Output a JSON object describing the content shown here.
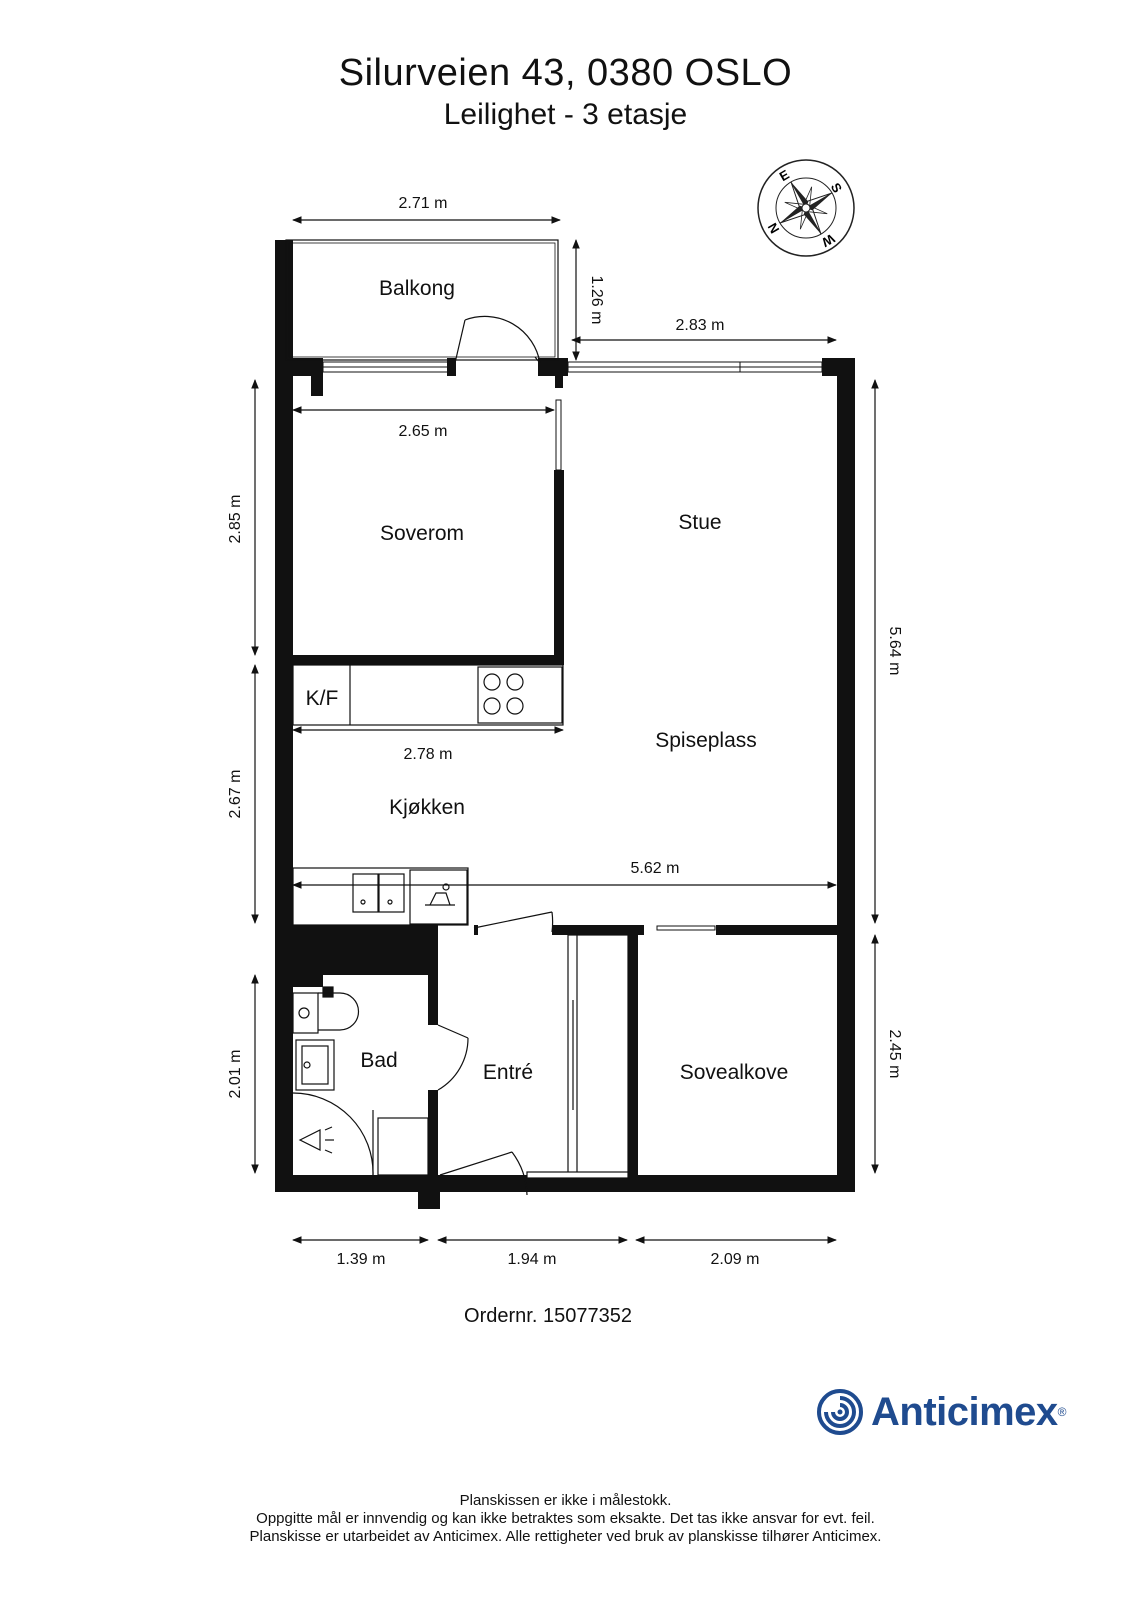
{
  "header": {
    "address": "Silurveien 43, 0380 OSLO",
    "unit": "Leilighet  - 3 etasje"
  },
  "rooms": {
    "balkong": "Balkong",
    "soverom": "Soverom",
    "stue": "Stue",
    "kf": "K/F",
    "spiseplass": "Spiseplass",
    "kjokken": "Kjøkken",
    "bad": "Bad",
    "entre": "Entré",
    "sovealkove": "Sovealkove"
  },
  "dimensions": {
    "balkong_width": "2.71 m",
    "balkong_depth": "1.26 m",
    "stue_top_width": "2.83 m",
    "soverom_width": "2.65 m",
    "soverom_height": "2.85 m",
    "stue_height": "5.64 m",
    "kitchen_width": "2.78 m",
    "kitchen_height": "2.67 m",
    "stue_width": "5.62 m",
    "bad_height": "2.01 m",
    "sovealkove_height": "2.45 m",
    "bottom_left": "1.39 m",
    "bottom_middle": "1.94 m",
    "bottom_right": "2.09 m"
  },
  "compass": {
    "n": "N",
    "e": "E",
    "s": "S",
    "w": "W"
  },
  "order": "Ordernr. 15077352",
  "logo": {
    "name": "Anticimex",
    "brand_color": "#1f4b8f"
  },
  "footer": {
    "line1": "Planskissen er ikke i målestokk.",
    "line2": "Oppgitte mål er innvendig og kan ikke betraktes som eksakte. Det tas ikke ansvar for evt. feil.",
    "line3": "Planskisse er utarbeidet av Anticimex. Alle rettigheter ved bruk av planskisse tilhører Anticimex."
  }
}
